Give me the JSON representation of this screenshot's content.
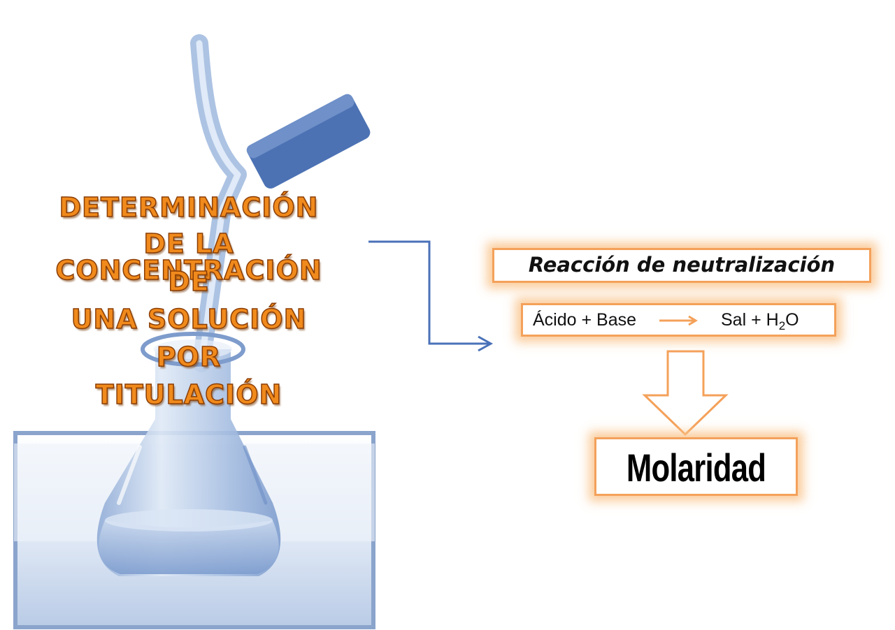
{
  "title_lines": [
    "DETERMINACIÓN",
    "DE LA CONCENTRACIÓN",
    "DE",
    "UNA SOLUCIÓN",
    "POR",
    "TITULACIÓN"
  ],
  "reaction_title": "Reacción de neutralización",
  "equation": {
    "left": "Ácido + Base",
    "right_prefix": "Sal + H",
    "subscript": "2",
    "right_suffix": "O"
  },
  "result": "Molaridad",
  "colors": {
    "title_orange": "#f08a1c",
    "box_border": "#f4a15a",
    "connector_blue": "#4a72b8",
    "photo_tint": "#9db6dc"
  },
  "illustration": "titration-flask-photo"
}
